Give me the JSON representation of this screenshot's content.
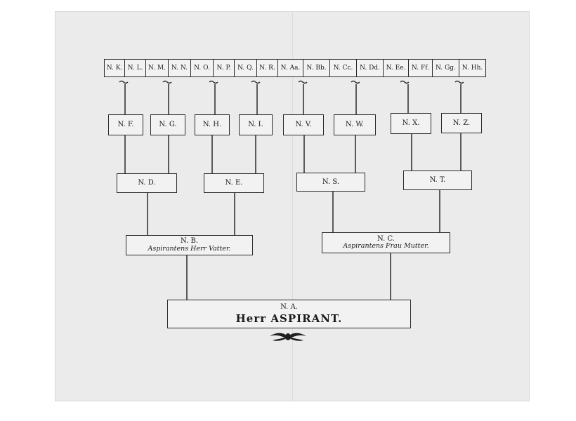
{
  "top_row": [
    "N. K.",
    "N. L.",
    "N. M.",
    "N. N.",
    "N. O.",
    "N. P.",
    "N. Q.",
    "N. R.",
    "N. Aa.",
    "N. Bb.",
    "N. Cc.",
    "N. Dd.",
    "N. Ee.",
    "N. Ff.",
    "N. Gg.",
    "N. Hh."
  ],
  "gen3": [
    "N. F.",
    "N. G.",
    "N. H.",
    "N. I.",
    "N. V.",
    "N. W.",
    "N. X.",
    "N. Z."
  ],
  "gen2": [
    "N. D.",
    "N. E.",
    "N. S.",
    "N. T."
  ],
  "father": {
    "code": "N. B.",
    "label": "Aspirantens Herr Vatter."
  },
  "mother": {
    "code": "N. C.",
    "label": "Aspirantens Frau Mutter."
  },
  "aspirant": {
    "code": "N. A.",
    "title": "Herr ASPIRANT."
  }
}
